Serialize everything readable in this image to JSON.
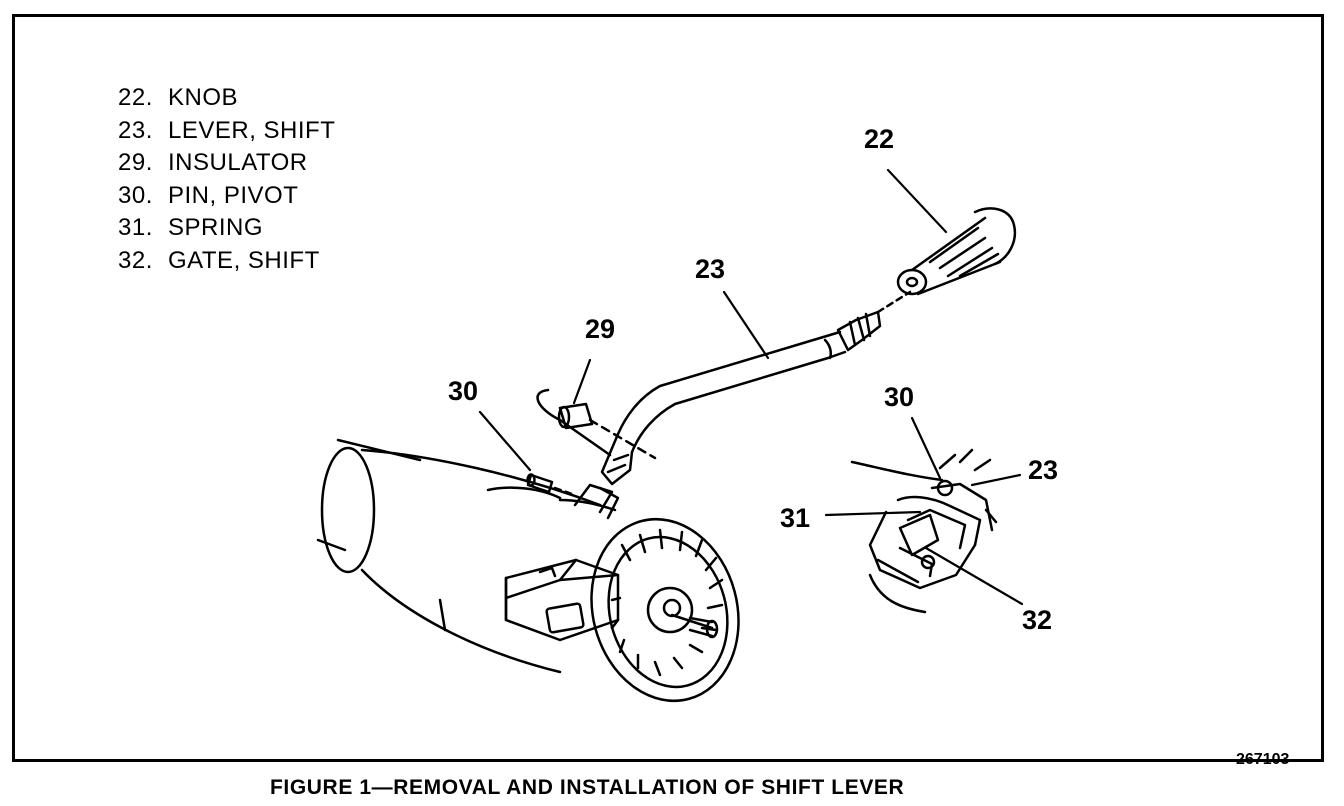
{
  "legend": [
    {
      "num": "22.",
      "label": "KNOB"
    },
    {
      "num": "23.",
      "label": "LEVER, SHIFT"
    },
    {
      "num": "29.",
      "label": "INSULATOR"
    },
    {
      "num": "30.",
      "label": "PIN, PIVOT"
    },
    {
      "num": "31.",
      "label": "SPRING"
    },
    {
      "num": "32.",
      "label": "GATE, SHIFT"
    }
  ],
  "callouts": {
    "knob": "22",
    "lever": "23",
    "insulator": "29",
    "pin_main": "30",
    "pin_detail": "30",
    "lever_detail": "23",
    "spring": "31",
    "gate": "32"
  },
  "figure_number": "267103",
  "caption": "FIGURE 1—REMOVAL AND INSTALLATION OF SHIFT LEVER"
}
